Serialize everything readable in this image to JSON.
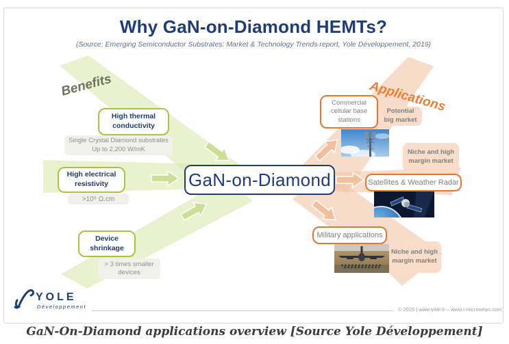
{
  "slide": {
    "title": "Why GaN-on-Diamond HEMTs?",
    "subtitle": "(Source: Emerging Semiconductor Substrates: Market & Technology Trends report, Yole Développement, 2019)",
    "center": {
      "label": "GaN-on-Diamond"
    },
    "benefits": {
      "heading": "Benefits",
      "items": [
        {
          "label": "High thermal conductivity",
          "note": "Single Crystal Diamond substrates Up to 2,200 W/mK"
        },
        {
          "label": "High electrical resistivity",
          "note": ">10⁹ Ω.cm"
        },
        {
          "label": "Device shrinkage",
          "note": "> 3 times smaller devices"
        }
      ]
    },
    "applications": {
      "heading": "Applications",
      "items": [
        {
          "label": "Commercial cellular base stations",
          "market": "Potential big market",
          "image": "cellular-base-station-photo"
        },
        {
          "label": "Satellites & Weather Radar",
          "market": "Niche and high margin market",
          "image": "satellite-photo"
        },
        {
          "label": "Military applications",
          "market": "Niche and high margin market",
          "image": "military-aircraft-photo"
        }
      ]
    },
    "footer": {
      "logo_text": "YOLE",
      "logo_subtext": "Développement",
      "copyright": "© 2020 | www.yole.fr – www.i-micronews.com"
    },
    "colors": {
      "navy": "#1e3c78",
      "green": "#a8c43e",
      "green_beam": "#e7edc6",
      "orange": "#e8742f",
      "orange_beam": "#f8dbc6",
      "pink_label_bg": "#f9ddca",
      "gray_text": "#7f7f7f"
    }
  },
  "caption": "GaN-On-Diamond applications overview [Source Yole Développement]"
}
